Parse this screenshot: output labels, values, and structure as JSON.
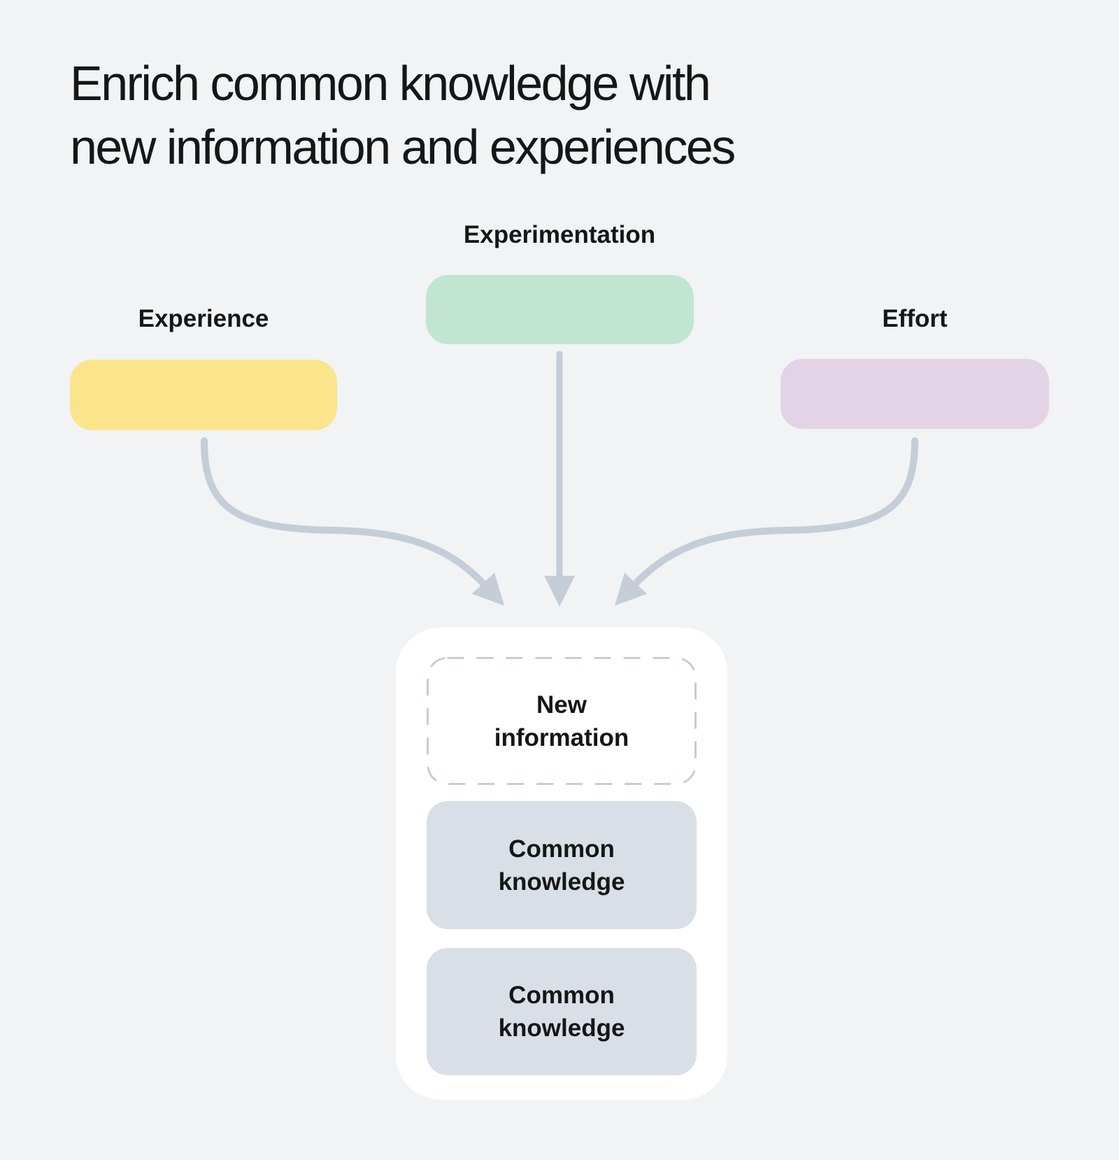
{
  "title": {
    "line1": "Enrich common knowledge with",
    "line2": "new information and experiences"
  },
  "inputs": [
    {
      "label": "Experience",
      "color": "#fae58d"
    },
    {
      "label": "Experimentation",
      "color": "#c1e5d0"
    },
    {
      "label": "Effort",
      "color": "#e3d3e6"
    }
  ],
  "output_group": {
    "new_information_label": "New information",
    "common_knowledge_labels": [
      "Common knowledge",
      "Common knowledge"
    ]
  },
  "colors": {
    "background": "#f1f3f5",
    "text": "#161616",
    "card": "#ffffff",
    "knowledge_box": "#d8dfe7",
    "arrow": "#c4cdd8"
  }
}
